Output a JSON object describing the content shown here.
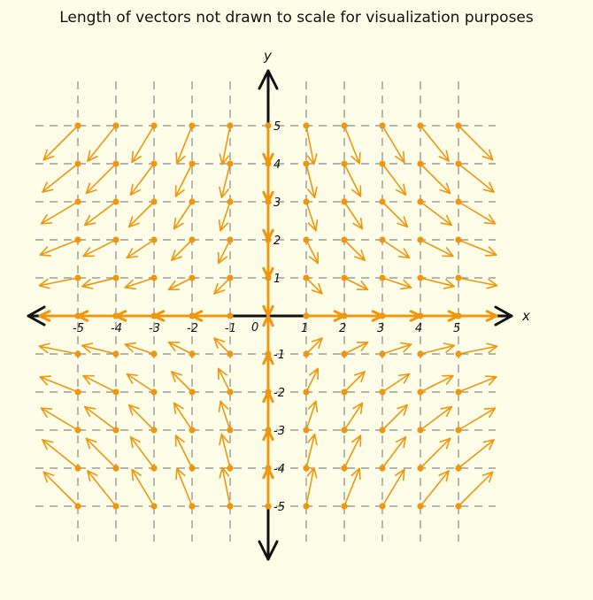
{
  "figure": {
    "title": "Length of vectors not drawn to scale for visualization purposes",
    "x_axis_label": "x",
    "y_axis_label": "y",
    "origin_label": "0",
    "x_ticks": [
      "-5",
      "-4",
      "-3",
      "-2",
      "-1",
      "1",
      "2",
      "3",
      "4",
      "5"
    ],
    "y_ticks": [
      "-5",
      "-4",
      "-3",
      "-2",
      "-1",
      "1",
      "2",
      "3",
      "4",
      "5"
    ],
    "colors": {
      "background": "#fefde8",
      "vector": "#f0960f",
      "grid": "#8a8a8a",
      "axis": "#111111"
    }
  },
  "chart_data": {
    "type": "vector_field",
    "x_range": [
      -5,
      5
    ],
    "y_range": [
      -5,
      5
    ],
    "grid_step": 1,
    "grid": true,
    "field": "F(x, y) = (x, -y) direction, normalized for display"
  }
}
